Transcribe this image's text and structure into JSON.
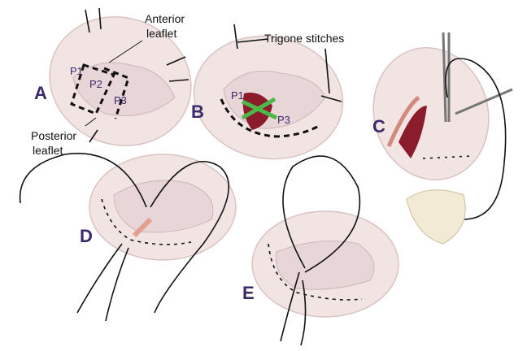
{
  "panels": {
    "A": {
      "letter": "A",
      "anterior_label": "Anterior leaflet",
      "anterior_line1": "Anterior",
      "anterior_line2": "leaflet",
      "posterior_line1": "Posterior",
      "posterior_line2": "leaflet",
      "segments": [
        "P1",
        "P2",
        "P3"
      ]
    },
    "B": {
      "letter": "B",
      "trigone_label": "Trigone stitches",
      "segments": [
        "P1",
        "P3"
      ]
    },
    "C": {
      "letter": "C"
    },
    "D": {
      "letter": "D"
    },
    "E": {
      "letter": "E"
    }
  },
  "colors": {
    "letter": "#3b2a6a",
    "tissue": "#f1e4e3",
    "resected": "#8b1c2c",
    "marker": "#4cb848"
  }
}
